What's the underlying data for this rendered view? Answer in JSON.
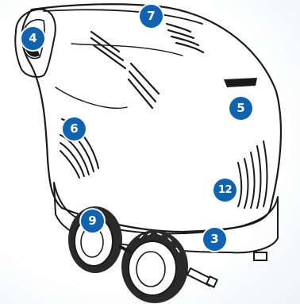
{
  "colors": {
    "badge_fill": "#0f63b1",
    "badge_text": "#ffffff",
    "outline": "#1a1a1a",
    "tire": "#2a2a2a"
  },
  "callouts": [
    {
      "id": "c4",
      "label": "4"
    },
    {
      "id": "c7",
      "label": "7"
    },
    {
      "id": "c5",
      "label": "5"
    },
    {
      "id": "c6",
      "label": "6"
    },
    {
      "id": "c12",
      "label": "12"
    },
    {
      "id": "c9",
      "label": "9"
    },
    {
      "id": "c3",
      "label": "3"
    }
  ]
}
